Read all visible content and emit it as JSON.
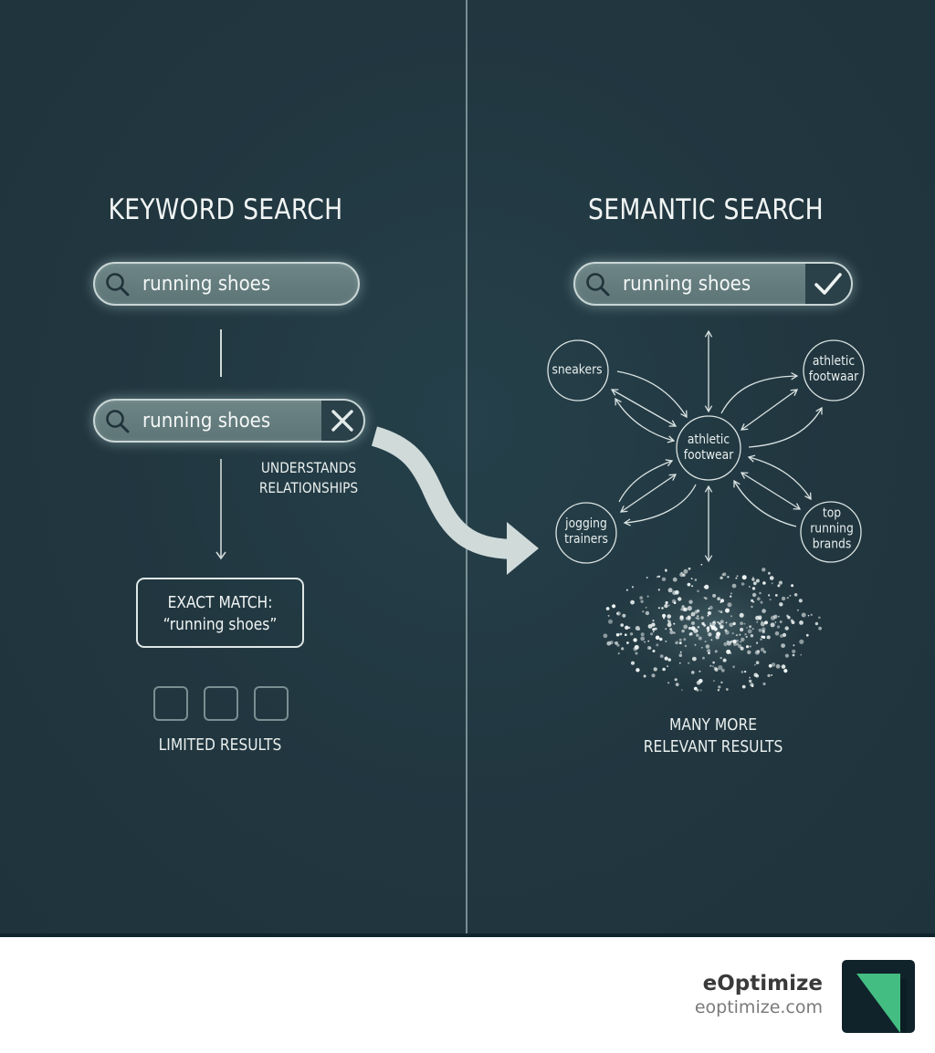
{
  "colors": {
    "background": "#21363f",
    "divider": "#8fa4a8",
    "text": "#f1f5f4",
    "search_fill": "#657d7f",
    "search_border": "#c9d6d6",
    "accent_arrow": "#cfdad9",
    "logo_bg": "#10232b",
    "logo_accent": "#44bd82",
    "footer_bg": "#ffffff"
  },
  "keyword": {
    "title": "KEYWORD SEARCH",
    "search_top": {
      "query": "running shoes",
      "icon": "search-icon"
    },
    "search_mid": {
      "query": "running shoes",
      "icon": "search-icon",
      "status_icon": "close-icon"
    },
    "relation_label": [
      "UNDERSTANDS",
      "RELATIONSHIPS"
    ],
    "exact_match": {
      "line1": "EXACT MATCH:",
      "line2": "“running shoes”"
    },
    "results_count": 3,
    "results_label": "LIMITED RESULTS"
  },
  "semantic": {
    "title": "SEMANTIC SEARCH",
    "search": {
      "query": "running shoes",
      "icon": "search-icon",
      "status_icon": "check-icon"
    },
    "center_node": [
      "athletic",
      "footwear"
    ],
    "nodes": [
      {
        "id": "sneakers",
        "lines": [
          "sneakers"
        ]
      },
      {
        "id": "athletic-footwaar",
        "lines": [
          "athletic",
          "footwaar"
        ]
      },
      {
        "id": "jogging-trainers",
        "lines": [
          "jogging",
          "trainers"
        ]
      },
      {
        "id": "top-running-brands",
        "lines": [
          "top",
          "running",
          "brands"
        ]
      }
    ],
    "results_label": [
      "MANY MORE",
      "RELEVANT RESULTS"
    ]
  },
  "footer": {
    "brand": "eOptimize",
    "url": "eoptimize.com"
  }
}
